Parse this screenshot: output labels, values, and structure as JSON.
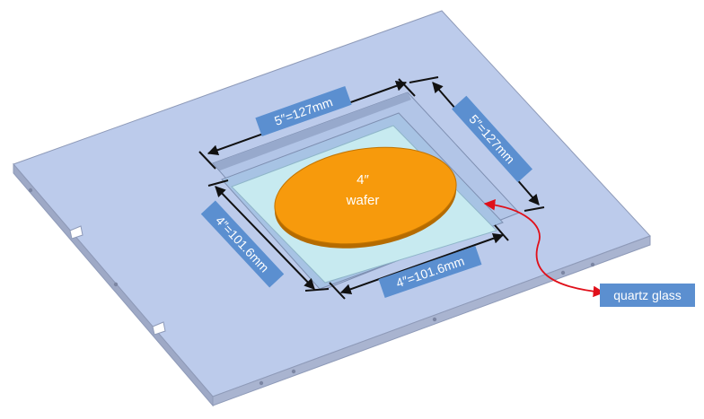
{
  "labels": {
    "top_width": "5″=127mm",
    "right_depth": "5″=127mm",
    "left_depth": "4″=101.6mm",
    "bottom_width": "4″=101.6mm",
    "wafer_size": "4″",
    "wafer_word": "wafer",
    "quartz": "quartz glass"
  },
  "colors": {
    "plate_top": "#bccbeb",
    "plate_side": "#a6b2cf",
    "plate_edge": "#8e9ab8",
    "recess_outer": "#b4c8e8",
    "recess_inner": "#a8c6e4",
    "quartz": "#c5e9ef",
    "wafer": "#f79a0c",
    "wafer_side": "#b56b00",
    "label_bg": "#5b8fd0",
    "dim_line": "#111111",
    "callout_arrow": "#e0101a"
  }
}
